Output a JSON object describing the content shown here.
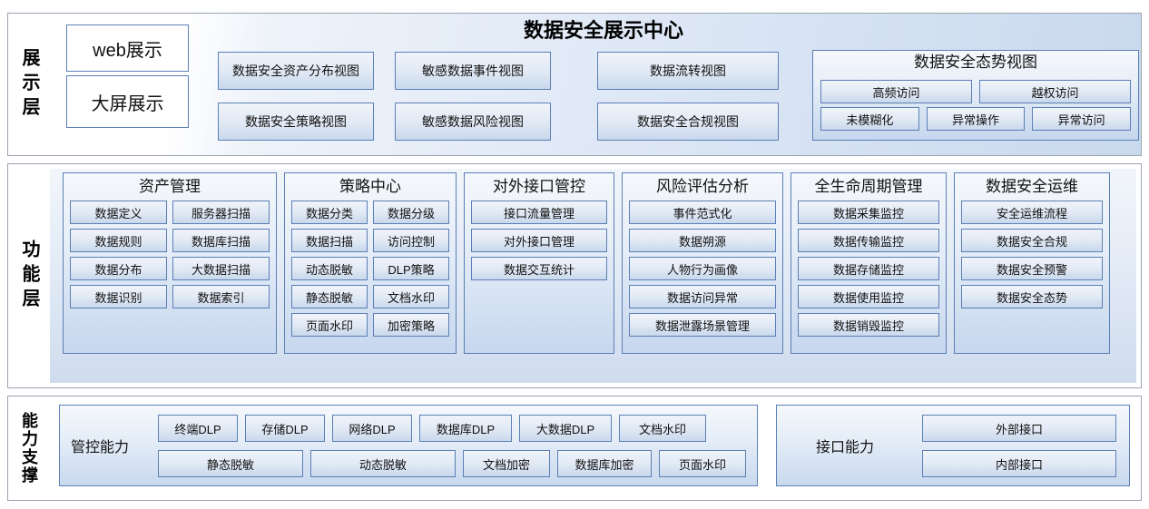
{
  "diagram": {
    "title": "数据安全展示中心",
    "layers": [
      {
        "name": "展示层"
      },
      {
        "name": "功能层"
      },
      {
        "name": "能力支撑"
      }
    ]
  },
  "display_layer": {
    "label": "展示层",
    "title": "数据安全展示中心",
    "channels": [
      {
        "label": "web展示"
      },
      {
        "label": "大屏展示"
      }
    ],
    "views": [
      {
        "label": "数据安全资产分布视图"
      },
      {
        "label": "数据安全策略视图"
      },
      {
        "label": "敏感数据事件视图"
      },
      {
        "label": "敏感数据风险视图"
      },
      {
        "label": "数据流转视图"
      },
      {
        "label": "数据安全合规视图"
      }
    ],
    "situation": {
      "title": "数据安全态势视图",
      "row1": [
        {
          "label": "高频访问"
        },
        {
          "label": "越权访问"
        }
      ],
      "row2": [
        {
          "label": "未模糊化"
        },
        {
          "label": "异常操作"
        },
        {
          "label": "异常访问"
        }
      ]
    }
  },
  "function_layer": {
    "label": "功能层",
    "panels": [
      {
        "id": "asset",
        "title": "资产管理",
        "layout": "grid",
        "items": [
          {
            "label": "数据定义"
          },
          {
            "label": "服务器扫描"
          },
          {
            "label": "数据规则"
          },
          {
            "label": "数据库扫描"
          },
          {
            "label": "数据分布"
          },
          {
            "label": "大数据扫描"
          },
          {
            "label": "数据识别"
          },
          {
            "label": "数据索引"
          }
        ]
      },
      {
        "id": "policy",
        "title": "策略中心",
        "layout": "grid",
        "items": [
          {
            "label": "数据分类"
          },
          {
            "label": "数据分级"
          },
          {
            "label": "数据扫描"
          },
          {
            "label": "访问控制"
          },
          {
            "label": "动态脱敏"
          },
          {
            "label": "DLP策略"
          },
          {
            "label": "静态脱敏"
          },
          {
            "label": "文档水印"
          },
          {
            "label": "页面水印"
          },
          {
            "label": "加密策略"
          }
        ]
      },
      {
        "id": "api",
        "title": "对外接口管控",
        "layout": "list",
        "items": [
          {
            "label": "接口流量管理"
          },
          {
            "label": "对外接口管理"
          },
          {
            "label": "数据交互统计"
          }
        ]
      },
      {
        "id": "risk",
        "title": "风险评估分析",
        "layout": "list",
        "items": [
          {
            "label": "事件范式化"
          },
          {
            "label": "数据朔源"
          },
          {
            "label": "人物行为画像"
          },
          {
            "label": "数据访问异常"
          },
          {
            "label": "数据泄露场景管理"
          }
        ]
      },
      {
        "id": "lifecycle",
        "title": "全生命周期管理",
        "layout": "list",
        "items": [
          {
            "label": "数据采集监控"
          },
          {
            "label": "数据传输监控"
          },
          {
            "label": "数据存储监控"
          },
          {
            "label": "数据使用监控"
          },
          {
            "label": "数据销毁监控"
          }
        ]
      },
      {
        "id": "ops",
        "title": "数据安全运维",
        "layout": "list",
        "items": [
          {
            "label": "安全运维流程"
          },
          {
            "label": "数据安全合规"
          },
          {
            "label": "数据安全预警"
          },
          {
            "label": "数据安全态势"
          }
        ]
      }
    ]
  },
  "support_layer": {
    "label": "能力支撑",
    "control": {
      "name": "管控能力",
      "row1": [
        {
          "label": "终端DLP"
        },
        {
          "label": "存储DLP"
        },
        {
          "label": "网络DLP"
        },
        {
          "label": "数据库DLP"
        },
        {
          "label": "大数据DLP"
        },
        {
          "label": "文档水印"
        }
      ],
      "row2": [
        {
          "label": "静态脱敏"
        },
        {
          "label": "动态脱敏"
        },
        {
          "label": "文档加密"
        },
        {
          "label": "数据库加密"
        },
        {
          "label": "页面水印"
        }
      ]
    },
    "interface": {
      "name": "接口能力",
      "items": [
        {
          "label": "外部接口"
        },
        {
          "label": "内部接口"
        }
      ]
    }
  },
  "colors": {
    "box_border": "#5b7fb5",
    "frame_border": "#9aa4b0",
    "box_fill_top": "#f0f4fa",
    "box_fill_bottom": "#c9d8ec",
    "panel_fill_top": "#f5f8fc",
    "panel_fill_bottom": "#c6d7ee",
    "text": "#111111"
  }
}
